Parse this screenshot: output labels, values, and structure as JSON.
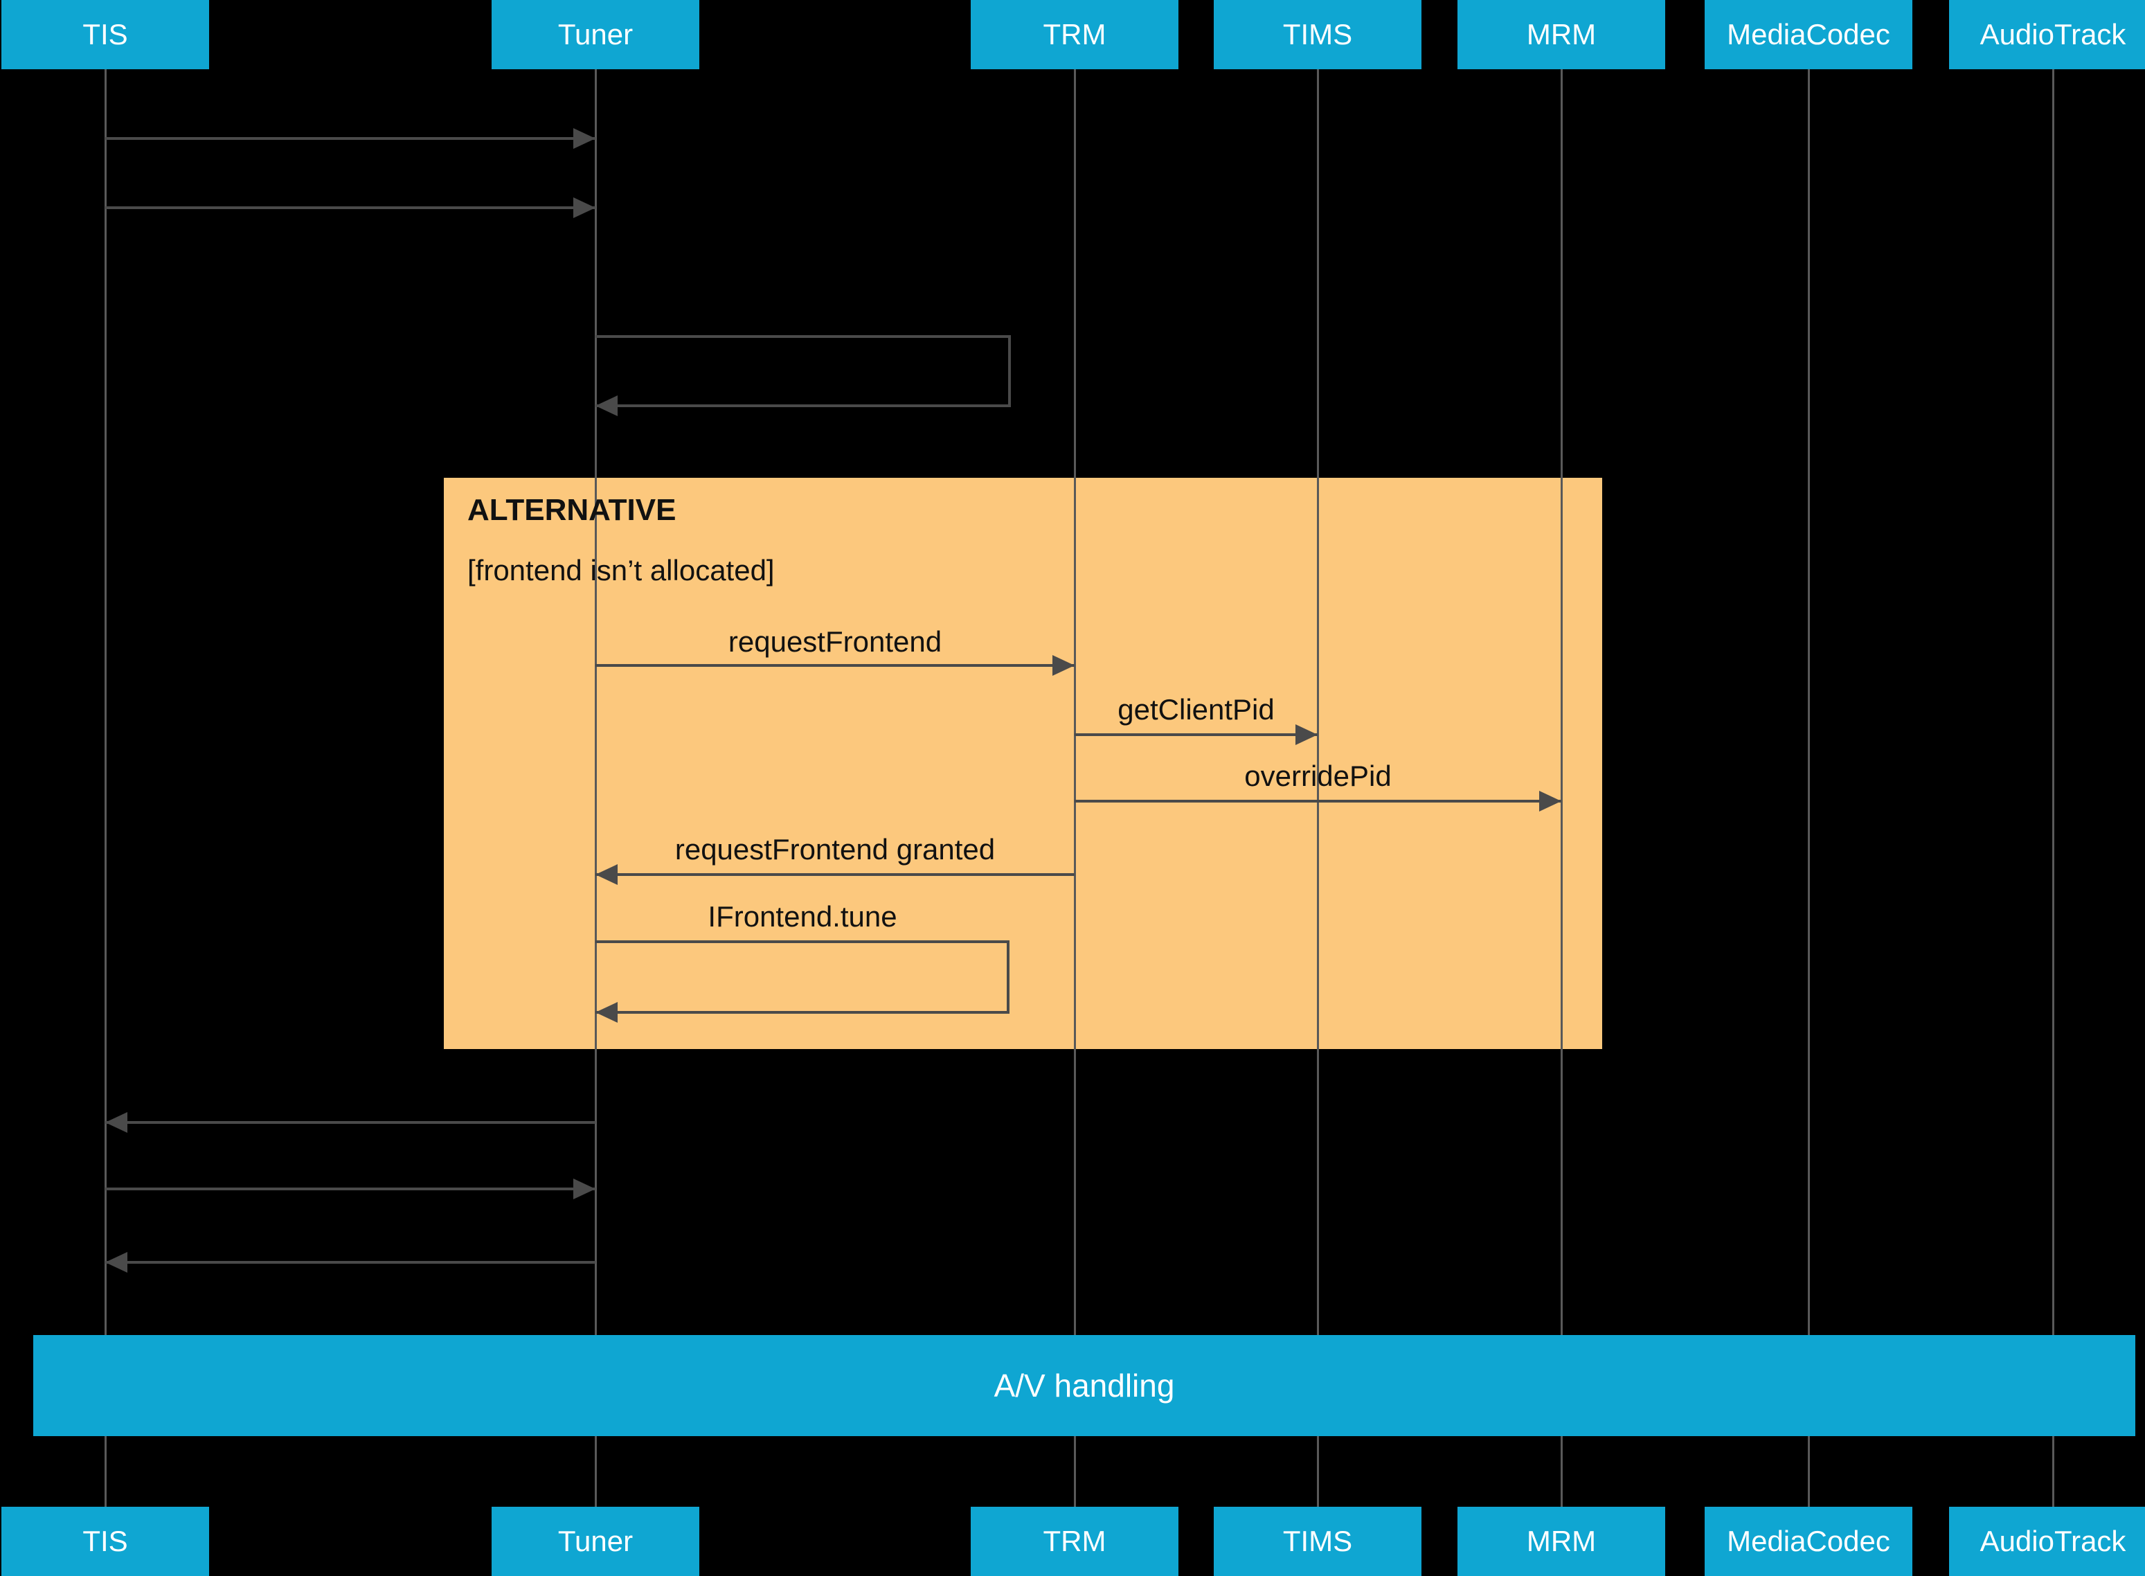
{
  "diagram": {
    "participants": [
      {
        "label": "TIS"
      },
      {
        "label": "Tuner"
      },
      {
        "label": "TRM"
      },
      {
        "label": "TIMS"
      },
      {
        "label": "MRM"
      },
      {
        "label": "MediaCodec"
      },
      {
        "label": "AudioTrack"
      }
    ],
    "alt_fragment": {
      "title": "ALTERNATIVE",
      "guard": "[frontend isn’t allocated]"
    },
    "messages": {
      "request_frontend": "requestFrontend",
      "get_client_pid": "getClientPid",
      "override_pid": "overridePid",
      "request_frontend_granted": "requestFrontend granted",
      "ifrontend_tune": "IFrontend.tune"
    },
    "av_bar_label": "A/V handling",
    "colors": {
      "participant_fill": "#0FA6D2",
      "alt_fill": "#FCC87D",
      "arrow": "#4A4A4A",
      "lifeline": "#595959",
      "background": "#000000",
      "participant_text": "#FFFFFF",
      "label_text": "#111111"
    }
  }
}
